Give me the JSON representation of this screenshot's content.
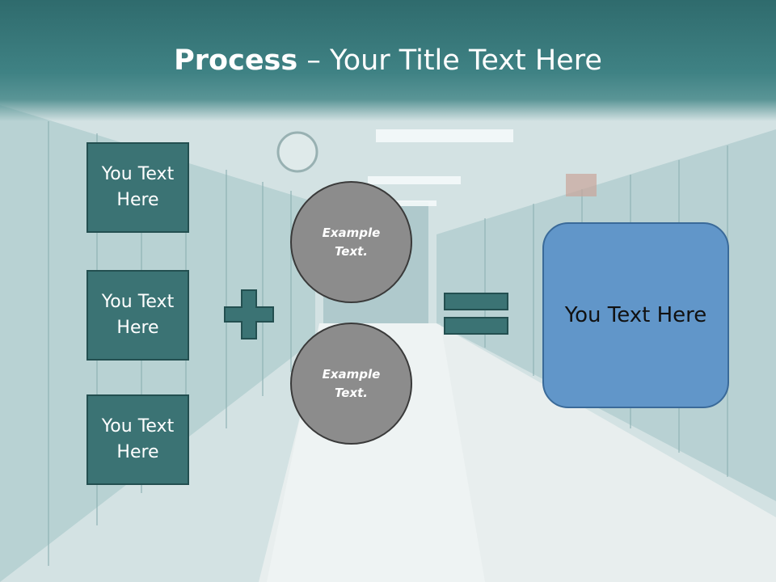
{
  "slide": {
    "title_bold": "Process",
    "title_rest": " – Your Title Text Here",
    "left_boxes": [
      {
        "text": "You Text Here"
      },
      {
        "text": "You Text Here"
      },
      {
        "text": "You Text Here"
      }
    ],
    "circles": [
      {
        "text": "Example Text."
      },
      {
        "text": "Example Text."
      }
    ],
    "result_text": "You Text Here"
  },
  "colors": {
    "title_band": "#3f8284",
    "box_fill": "#3b7374",
    "circle_fill": "#8c8c8c",
    "result_fill": "#6196c9"
  },
  "icons": [
    "plus-icon",
    "equals-icon"
  ]
}
